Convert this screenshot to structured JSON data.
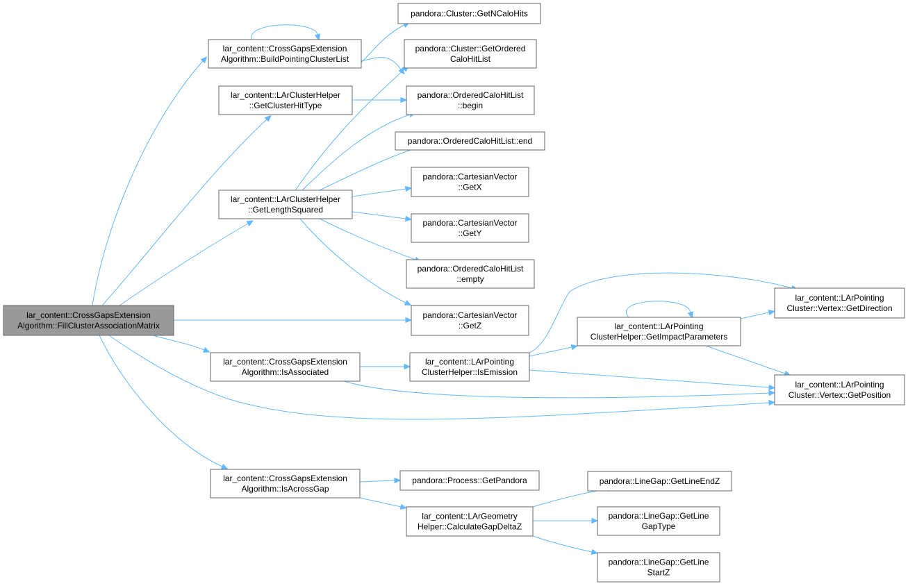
{
  "graph": {
    "colors": {
      "edge": "#63b8ff",
      "node_border": "#666666",
      "root_fill": "#999999",
      "node_fill": "#ffffff"
    },
    "nodes": [
      {
        "id": "root",
        "lines": [
          "lar_content::CrossGapsExtension",
          "Algorithm::FillClusterAssociationMatrix"
        ],
        "root": true
      },
      {
        "id": "buildPCL",
        "lines": [
          "lar_content::CrossGapsExtension",
          "Algorithm::BuildPointingClusterList"
        ]
      },
      {
        "id": "getClusterHitType",
        "lines": [
          "lar_content::LArClusterHelper",
          "::GetClusterHitType"
        ]
      },
      {
        "id": "getLengthSquared",
        "lines": [
          "lar_content::LArClusterHelper",
          "::GetLengthSquared"
        ]
      },
      {
        "id": "isAssociated",
        "lines": [
          "lar_content::CrossGapsExtension",
          "Algorithm::IsAssociated"
        ]
      },
      {
        "id": "isAcrossGap",
        "lines": [
          "lar_content::CrossGapsExtension",
          "Algorithm::IsAcrossGap"
        ]
      },
      {
        "id": "getNCaloHits",
        "lines": [
          "pandora::Cluster::GetNCaloHits"
        ]
      },
      {
        "id": "getOrderedCHL",
        "lines": [
          "pandora::Cluster::GetOrdered",
          "CaloHitList"
        ]
      },
      {
        "id": "begin",
        "lines": [
          "pandora::OrderedCaloHitList",
          "::begin"
        ]
      },
      {
        "id": "end",
        "lines": [
          "pandora::OrderedCaloHitList::end"
        ]
      },
      {
        "id": "getX",
        "lines": [
          "pandora::CartesianVector",
          "::GetX"
        ]
      },
      {
        "id": "getY",
        "lines": [
          "pandora::CartesianVector",
          "::GetY"
        ]
      },
      {
        "id": "empty",
        "lines": [
          "pandora::OrderedCaloHitList",
          "::empty"
        ]
      },
      {
        "id": "getZ",
        "lines": [
          "pandora::CartesianVector",
          "::GetZ"
        ]
      },
      {
        "id": "isEmission",
        "lines": [
          "lar_content::LArPointing",
          "ClusterHelper::IsEmission"
        ]
      },
      {
        "id": "getImpactParams",
        "lines": [
          "lar_content::LArPointing",
          "ClusterHelper::GetImpactParameters"
        ]
      },
      {
        "id": "getDirection",
        "lines": [
          "lar_content::LArPointing",
          "Cluster::Vertex::GetDirection"
        ]
      },
      {
        "id": "getPosition",
        "lines": [
          "lar_content::LArPointing",
          "Cluster::Vertex::GetPosition"
        ]
      },
      {
        "id": "getPandora",
        "lines": [
          "pandora::Process::GetPandora"
        ]
      },
      {
        "id": "calcGapDeltaZ",
        "lines": [
          "lar_content::LArGeometry",
          "Helper::CalculateGapDeltaZ"
        ]
      },
      {
        "id": "getLineEndZ",
        "lines": [
          "pandora::LineGap::GetLineEndZ"
        ]
      },
      {
        "id": "getLineGapType",
        "lines": [
          "pandora::LineGap::GetLine",
          "GapType"
        ]
      },
      {
        "id": "getLineStartZ",
        "lines": [
          "pandora::LineGap::GetLine",
          "StartZ"
        ]
      }
    ],
    "edges": [
      [
        "root",
        "buildPCL"
      ],
      [
        "root",
        "getClusterHitType"
      ],
      [
        "root",
        "getLengthSquared"
      ],
      [
        "root",
        "getZ"
      ],
      [
        "root",
        "isAssociated"
      ],
      [
        "root",
        "getPosition"
      ],
      [
        "root",
        "isAcrossGap"
      ],
      [
        "buildPCL",
        "buildPCL"
      ],
      [
        "buildPCL",
        "getNCaloHits"
      ],
      [
        "buildPCL",
        "getOrderedCHL"
      ],
      [
        "getClusterHitType",
        "begin"
      ],
      [
        "getLengthSquared",
        "getOrderedCHL"
      ],
      [
        "getLengthSquared",
        "begin"
      ],
      [
        "getLengthSquared",
        "end"
      ],
      [
        "getLengthSquared",
        "getX"
      ],
      [
        "getLengthSquared",
        "getY"
      ],
      [
        "getLengthSquared",
        "empty"
      ],
      [
        "getLengthSquared",
        "getZ"
      ],
      [
        "isAssociated",
        "isEmission"
      ],
      [
        "isAssociated",
        "getPosition"
      ],
      [
        "isEmission",
        "getDirection"
      ],
      [
        "isEmission",
        "getImpactParams"
      ],
      [
        "isEmission",
        "getPosition"
      ],
      [
        "getImpactParams",
        "getImpactParams"
      ],
      [
        "getImpactParams",
        "getDirection"
      ],
      [
        "getImpactParams",
        "getPosition"
      ],
      [
        "isAcrossGap",
        "getPandora"
      ],
      [
        "isAcrossGap",
        "calcGapDeltaZ"
      ],
      [
        "calcGapDeltaZ",
        "getLineEndZ"
      ],
      [
        "calcGapDeltaZ",
        "getLineGapType"
      ],
      [
        "calcGapDeltaZ",
        "getLineStartZ"
      ]
    ]
  }
}
